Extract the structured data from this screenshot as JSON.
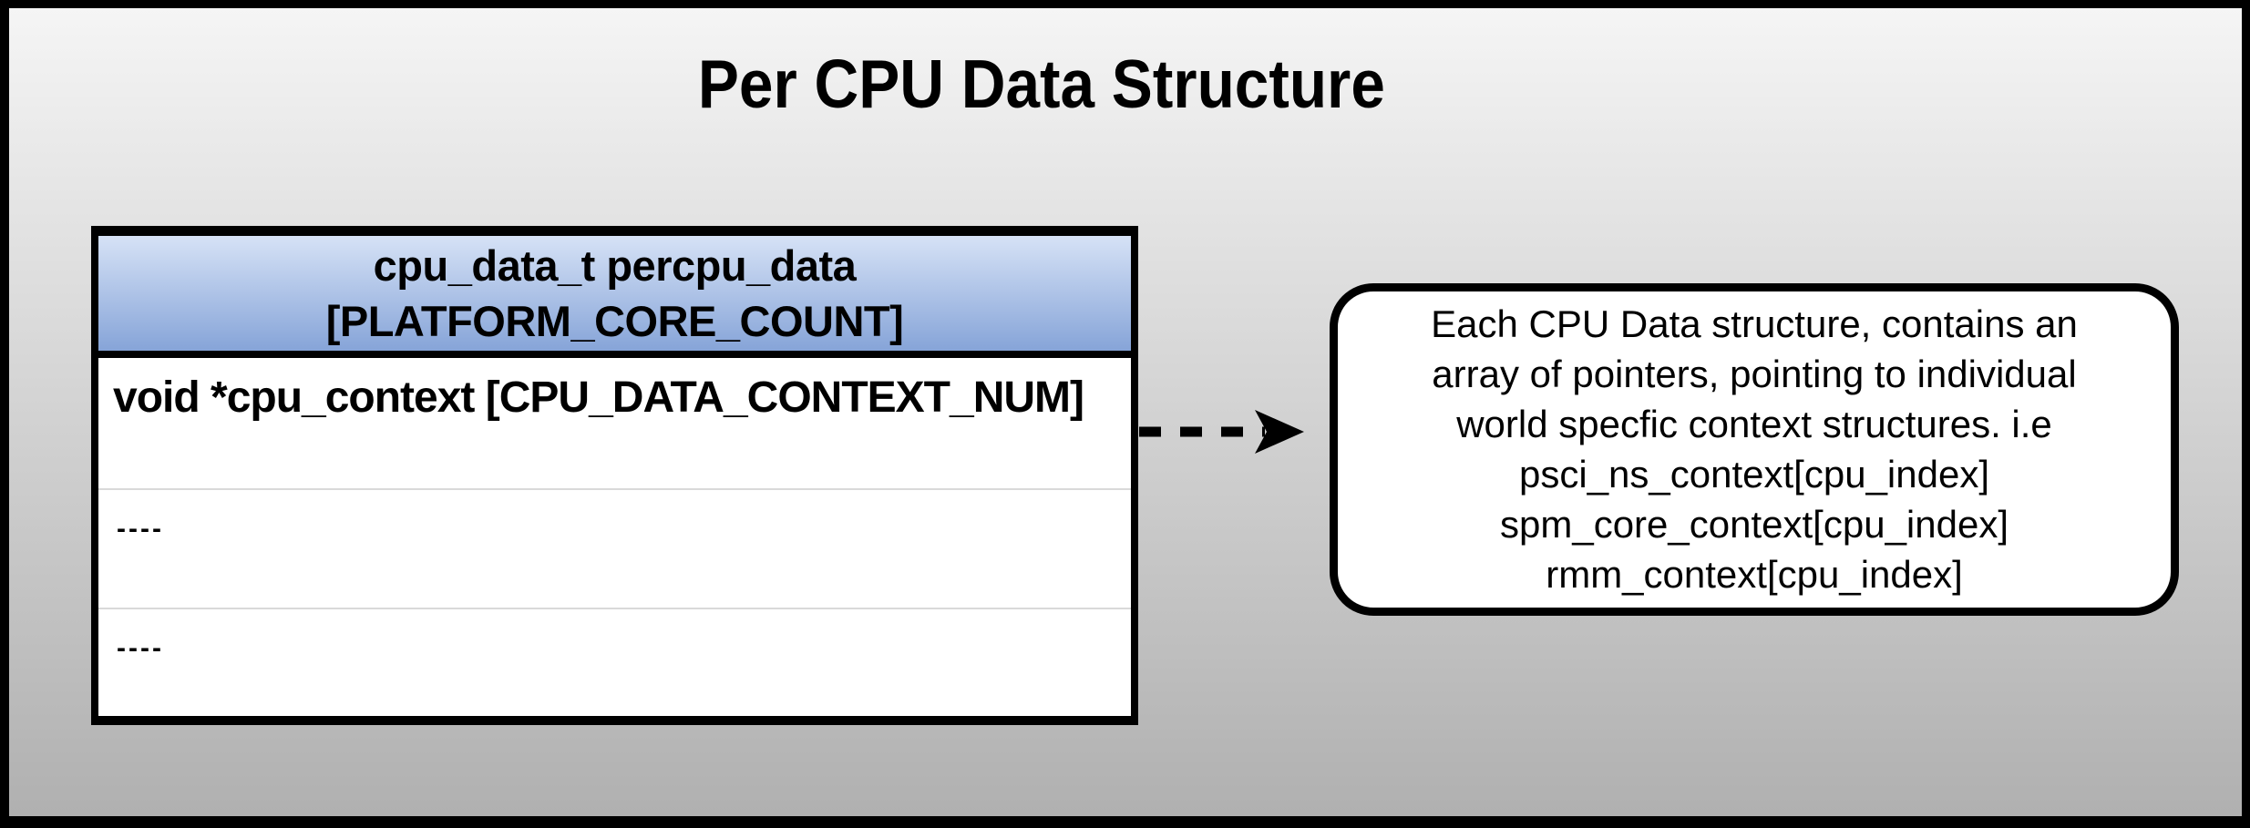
{
  "title": "Per CPU Data Structure",
  "struct_table": {
    "header_lines": [
      "cpu_data_t percpu_data",
      "[PLATFORM_CORE_COUNT]"
    ],
    "rows": [
      "void *cpu_context [CPU_DATA_CONTEXT_NUM]",
      "----",
      "----"
    ]
  },
  "callout": {
    "lines": [
      "Each CPU Data structure, contains an",
      "array of pointers, pointing to individual",
      "world specfic context structures. i.e",
      "psci_ns_context[cpu_index]",
      "spm_core_context[cpu_index]",
      "rmm_context[cpu_index]"
    ]
  },
  "icons": {
    "dashed_arrow": "dashed right-pointing arrow connector"
  },
  "colors": {
    "page_bg_top": "#f5f5f5",
    "page_bg_bottom": "#b0b0b0",
    "frame_border": "#000000",
    "header_gradient_top": "#d6e2f6",
    "header_gradient_bottom": "#86a4d8",
    "row_separator": "#d9d9d9",
    "table_bg": "#ffffff",
    "callout_bg": "#ffffff",
    "text": "#000000"
  }
}
